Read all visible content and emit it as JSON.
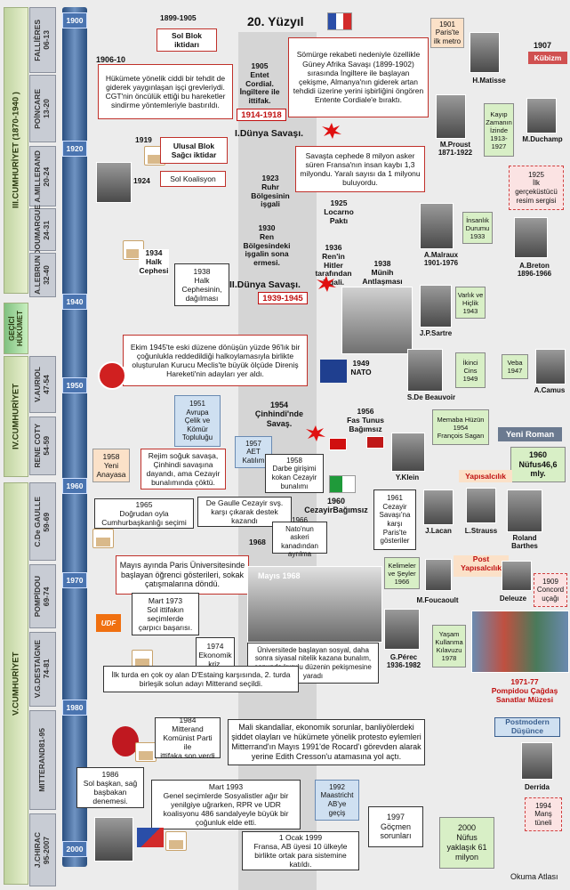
{
  "title": "20. Yüzyıl",
  "footer": "Okuma Atlası",
  "years": [
    "1900",
    "1920",
    "1940",
    "1950",
    "1960",
    "1970",
    "1980",
    "2000"
  ],
  "eras": {
    "third": "III.CUMHURİYET  (1870-1940  )",
    "vichy": "GEÇİCİ HÜKÜMET",
    "fourth": "IV.CUMHURİYET",
    "fifth": "V.CUMHURİYET"
  },
  "presidents": [
    "FALLİÈRES\n06-13",
    "POİNCARE\n13-20",
    "A.MILLERAND\n20-24",
    "DOUMARGUE\n24-31",
    "A.LEBRUN\n32-40",
    "V.AURIOL\n47-54",
    "RENE COTY\n54-59",
    "C.De GAULLE\n59-69",
    "POMPİDOU\n69-74",
    "V.G.DESTAİGNE\n74-81",
    "MITTERAND81-95",
    "J.CHIRAC\n95-2007"
  ],
  "events": {
    "e1899": "1899-1905",
    "solblok": "Sol Blok iktidarı",
    "e1906": "1906-10",
    "hukumet": "Hükümete yönelik ciddi bir tehdit de giderek yaygınlaşan işçi grevleriydi. CGT'nin öncülük ettiği bu hareketler sindirme yöntemleriyle bastırıldı.",
    "entente": "1905\nEntet\nCordial.\nİngiltere ile\nittifak.",
    "ww1years": "1914-1918",
    "ww1": "I.Dünya Savaşı.",
    "somurge": "Sömürge rekabeti nedeniyle özellikle Güney Afrika Savaşı (1899-1902) sırasında İngiltere ile başlayan çekişme, Almanya'nın giderek artan tehdidi üzerine yerini işbirliğini öngören Entente Cordiale'e bıraktı.",
    "metro": "1901\nParis'te\nilk metro",
    "e1907": "1907",
    "kubizm": "Kübizm",
    "matisse": "H.Matisse",
    "proust": "M.Proust\n1871-1922",
    "kayip": "Kayıp\nZamanın\nİzinde\n1913-\n1927",
    "duchamp": "M.Duchamp",
    "e1919": "1919",
    "ulusalblok": "Ulusal Blok\nSağcı iktidar",
    "e1924": "1924",
    "solkoalisyon": "Sol Koalisyon",
    "kayip8": "Savaşta cephede 8 milyon asker süren Fransa'nın insan kaybı 1,3 milyondu. Yaralı sayısı da 1 milyonu buluyordu.",
    "gercekustu": "1925\nİlk\ngerçeküstücü\nresim sergisi",
    "ruhr": "1923\nRuhr\nBölgesinin\nişgali",
    "locarno": "1925\nLocarno\nPaktı",
    "ren": "1930\nRen\nBölgesindeki\nişgalin sona\nermesi.",
    "ren1936": "1936\nRen'in\nHitler\ntarafından\nişgali.",
    "munih": "1938\nMünih\nAntlaşması",
    "insanlik": "İnsanlık\nDurumu\n1933",
    "malraux": "A.Malraux\n1901-1976",
    "breton": "A.Breton\n1896-1966",
    "halk1934": "1934\nHalk\nCephesi",
    "halk1938": "1938\nHalk\nCephesinin,\ndağılması",
    "ww2": "II.Dünya Savaşı.",
    "ww2years": "1939-1945",
    "varlik": "Varlık ve\nHiçlik\n1943",
    "sartre": "J.P.Sartre",
    "ekim": "Ekim 1945'te eski düzene dönüşün yüzde 96'lık bir çoğunlukla reddedildiği halkoylamasıyla birlikte oluşturulan Kurucu Meclis'te büyük ölçüde Direniş Hareketi'nin adayları yer aldı.",
    "nato": "1949\nNATO",
    "ikinci": "İkinci\nCins\n1949",
    "veba": "Veba\n1947",
    "beauvoir": "S.De Beauvoir",
    "camus": "A.Camus",
    "aktk": "1951\nAvrupa\nÇelik ve\nKömür\nTopluluğu",
    "cinhindi": "1954\nÇinhindi'nde\nSavaş.",
    "fas": "1956\nFas Tunus\nBağımsız",
    "memaba": "Memaba Hüzün\n1954\nFrançois  Sagan",
    "yeniroman": "Yeni Roman",
    "anayasa": "1958\nYeni\nAnayasa",
    "rejim": "Rejim soğuk savaşa, Çinhindi savaşına dayandı, ama Cezayir bunalımında çöktü.",
    "aet": "1957\nAET\nKatılım",
    "darbe": "1958\nDarbe girişimi\nkokan Cezayir\nbunalımı",
    "klein": "Y.Klein",
    "nufus60": "1960\nNüfus46,6\nmly.",
    "yapisalcilik": "Yapısalcılık",
    "cezayir60": "1960\nCezayirBağımsız",
    "cezayir61": "1961\nCezayir\nSavaşı'na\nkarşı\nParis'te\ngösteriler",
    "lacan": "J.Lacan",
    "strauss": "L.Strauss",
    "barthes": "Roland\nBarthes",
    "oylama65": "1965\nDoğrudan oyla\nCumhurbaşkanlığı seçimi",
    "degaulle": "De Gaulle Cezayir svş. karşı çıkarak destek kazandı",
    "mayis": "Mayıs ayında Paris Üniversitesinde başlayan öğrenci gösterileri, sokak çatışmalarına döndü.",
    "e1968": "1968",
    "nato66": "1966\nNato'nun askeri\nkanadından ayrılma",
    "mayis68": "Mayıs 1968",
    "kelimeler": "Kelimeler\nve Şeyler\n1966",
    "postyap": "Post\nYapısalcılık",
    "foucault": "M.Foucaoult",
    "deleuze": "Deleuze",
    "concord": "1909\nConcord\nuçağı",
    "mart73": "Mart 1973\nSol ittifakın\nseçimlerde\nçarpıcı başarısı.",
    "udf": "UDF",
    "kriz74": "1974\nEkonomik\nkriz.",
    "universite": "Üniversitede başlayan sosyal, daha sonra siyasal nitelik kazana bunalım, sonunda kurulu düzenin pekişmesine yaradı",
    "perec": "G.Pérec\n1936-1982",
    "yasam": "Yaşam\nKullanma\nKılavuzu\n1978",
    "pompidou": "1971-77\nPompidou Çağdaş\nSanatlar Müzesi",
    "ilkturda": "İlk turda en çok oy alan D'Estaing karşısında, 2. turda birleşik solun adayı Mitterand seçildi.",
    "ittifak84": "1984\nMitterand\nKomünist Parti ile\nittifaka son verdi",
    "mali": "Mali skandallar, ekonomik sorunlar, banliyölerdeki şiddet olayları ve hükümete yönelik protesto eylemleri Mitterrand'ın Mayıs 1991'de Rocard'ı görevden alarak yerine Edith Cresson'u atamasına yol açtı.",
    "postmodern": "Postmodern\nDüşünce",
    "derrida": "Derrida",
    "solbaskan": "1986\nSol başkan, sağ\nbaşbakan\ndenemesi.",
    "mart93": "Mart 1993\nGenel seçimlerde Sosyalistler ağır bir yenilgiye uğrarken, RPR ve UDR koalisyonu 486 sandalyeyle büyük bir çoğunluk elde etti.",
    "maastricht": "1992\nMaastricht\nAB'ye\ngeçiş",
    "goc": "1997\nGöçmen\nsorunları",
    "nufus2000": "2000\nNüfus\nyaklaşık 61\nmilyon",
    "manstuneli": "1994\nManş\ntüneli",
    "ocak99": "1 Ocak 1999\nFransa, AB üyesi 10 ülkeyle birlikte ortak para sistemine katıldı."
  },
  "colors": {
    "axis": "#4a74b0",
    "red": "#c01010",
    "flagBlue": "#2b4ea8",
    "flagRed": "#d22a2a",
    "eraGreen": "#c0d4a0"
  }
}
